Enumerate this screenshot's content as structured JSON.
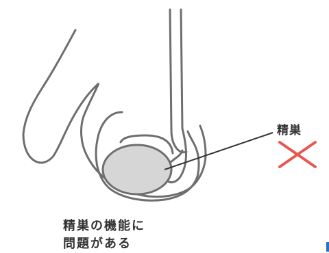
{
  "labels": {
    "organ": "精巣",
    "caption_line1": "精巣の機能に",
    "caption_line2": "問題がある"
  },
  "icons": {
    "problem_mark": "x-mark-icon"
  },
  "colors": {
    "outline": "#6e6e6e",
    "organ_fill": "#d6d6d6",
    "cross": "#e8574f",
    "text": "#333333"
  }
}
